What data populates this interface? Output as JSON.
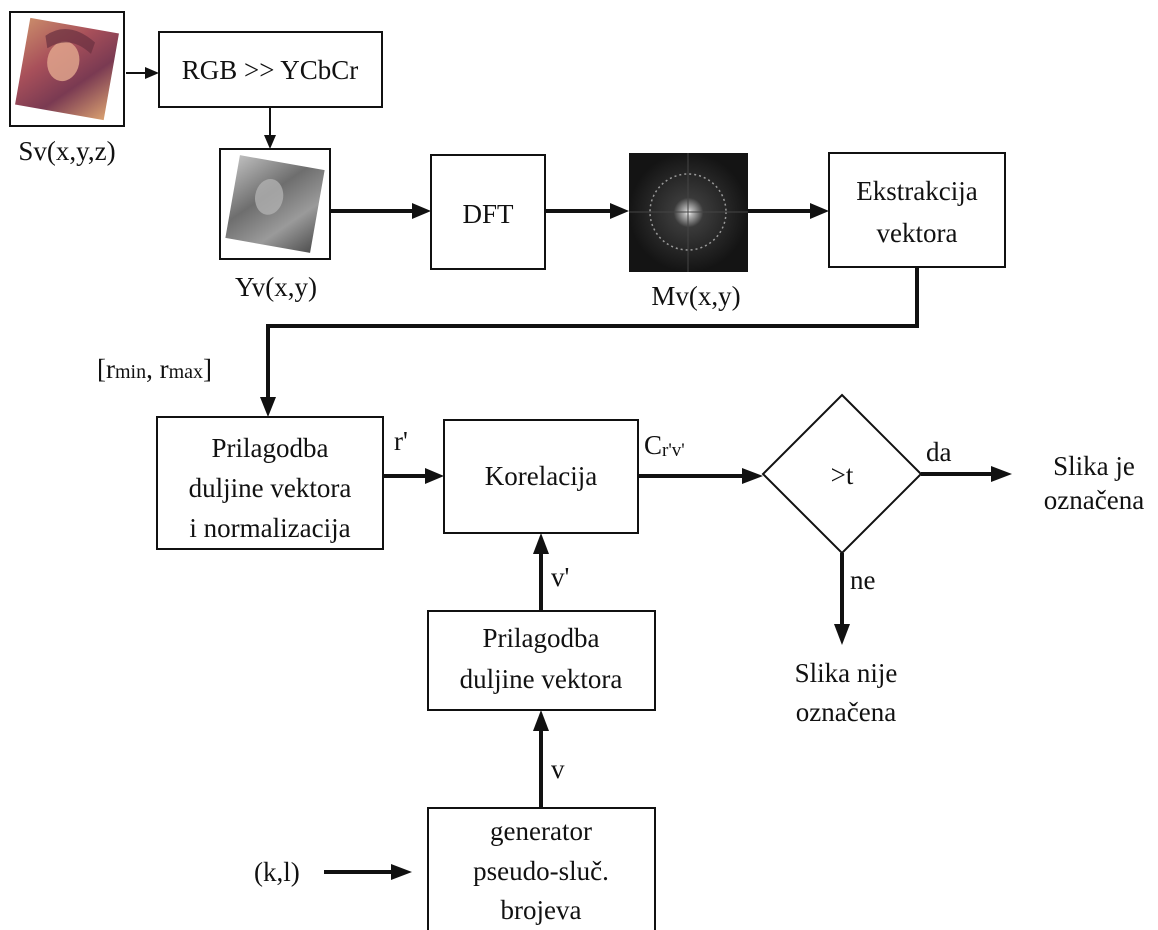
{
  "inputs": {
    "sv_label": "Sv(x,y,z)",
    "yv_label": "Yv(x,y)",
    "mv_label": "Mv(x,y)",
    "range_label_open": "[r",
    "range_min_sub": "min",
    "range_sep": ", r",
    "range_max_sub": "max",
    "range_label_close": "]",
    "key_label": "(k,l)"
  },
  "blocks": {
    "rgb_convert": "RGB >> YCbCr",
    "dft": "DFT",
    "extract_line1": "Ekstrakcija",
    "extract_line2": "vektora",
    "adapt_norm_line1": "Prilagodba",
    "adapt_norm_line2": "duljine vektora",
    "adapt_norm_line3": "i normalizacija",
    "correlation": "Korelacija",
    "adapt_line1": "Prilagodba",
    "adapt_line2": "duljine vektora",
    "gen_line1": "generator",
    "gen_line2": "pseudo-sluč.",
    "gen_line3": "brojeva",
    "decision": ">t"
  },
  "signals": {
    "r_prime": "r'",
    "v_prime": "v'",
    "v": "v",
    "c_main": "C",
    "c_sub": "r'v'",
    "yes": "da",
    "no": "ne"
  },
  "outputs": {
    "marked_line1": "Slika je",
    "marked_line2": "označena",
    "not_marked_line1": "Slika nije",
    "not_marked_line2": "označena"
  }
}
